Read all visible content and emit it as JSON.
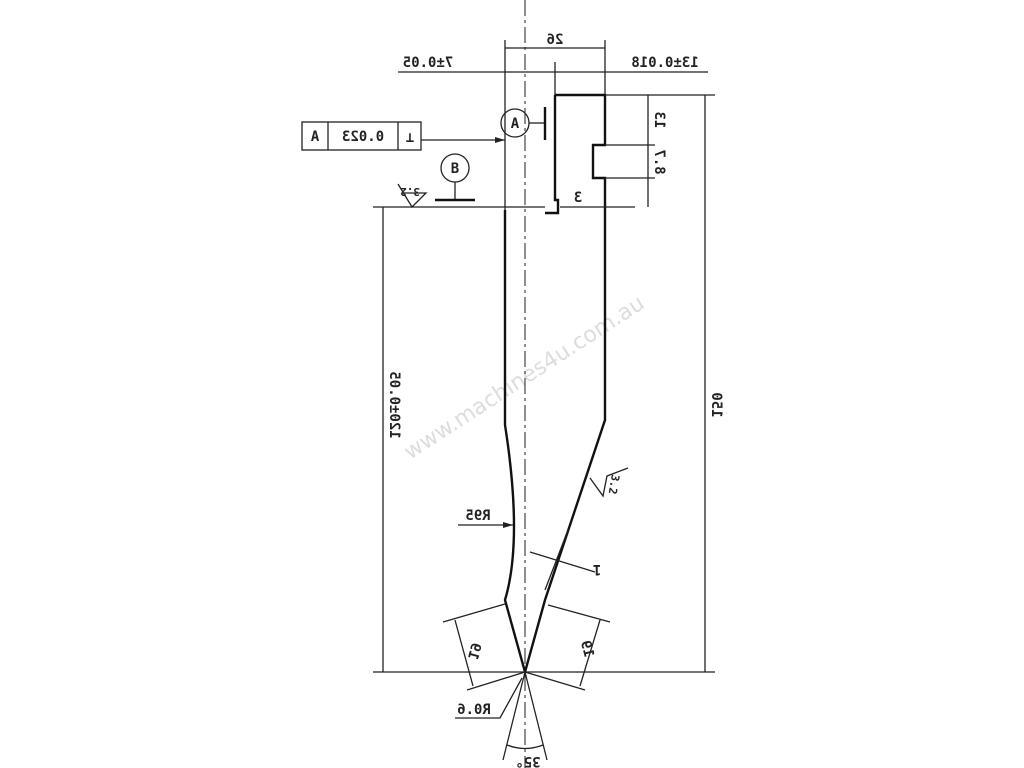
{
  "drawing": {
    "dimensions": {
      "top_width": "26",
      "left_offset": "7±0.05",
      "right_offset": "13±0.018",
      "notch_top": "13",
      "notch_height": "8.7",
      "step": "3",
      "height_to_datum": "120±0.05",
      "overall_height": "150",
      "radius_body": "R95",
      "chamfer": "1",
      "tip_left": "19",
      "tip_right": "19",
      "tip_radius": "R0.6",
      "tip_angle": "35°"
    },
    "tolerance_frame": {
      "symbol": "⊥",
      "value": "0.023",
      "datum": "A"
    },
    "datums": {
      "a": "A",
      "b": "B"
    },
    "surface_finish": {
      "top": "3.2",
      "flank": "3.2"
    },
    "watermark": "www.machines4u.com.au"
  }
}
